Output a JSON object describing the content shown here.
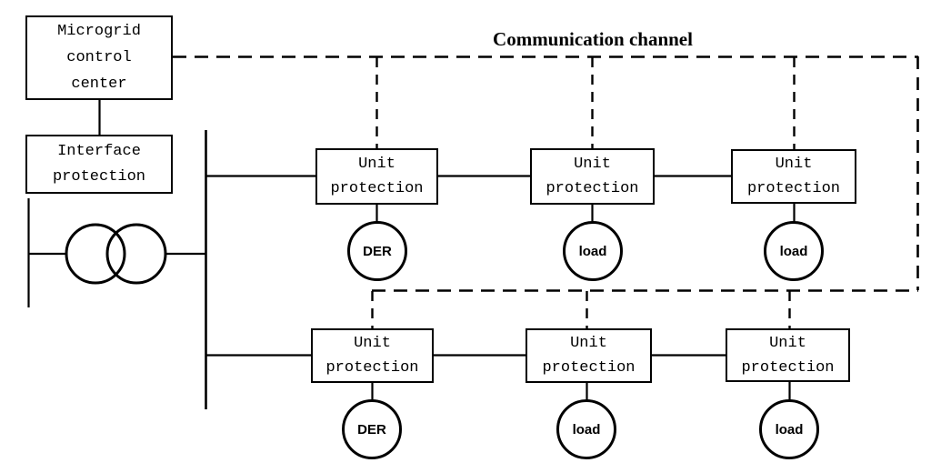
{
  "diagram": {
    "communication_channel_label": "Communication channel",
    "control_center_label": "Microgrid\ncontrol\ncenter",
    "interface_protection_label": "Interface\nprotection",
    "rows": [
      {
        "units": [
          {
            "label": "Unit\nprotection",
            "device": "DER"
          },
          {
            "label": "Unit\nprotection",
            "device": "load"
          },
          {
            "label": "Unit\nprotection",
            "device": "load"
          }
        ]
      },
      {
        "units": [
          {
            "label": "Unit\nprotection",
            "device": "DER"
          },
          {
            "label": "Unit\nprotection",
            "device": "load"
          },
          {
            "label": "Unit\nprotection",
            "device": "load"
          }
        ]
      }
    ],
    "colors": {
      "line": "#000000",
      "background": "#ffffff"
    }
  }
}
